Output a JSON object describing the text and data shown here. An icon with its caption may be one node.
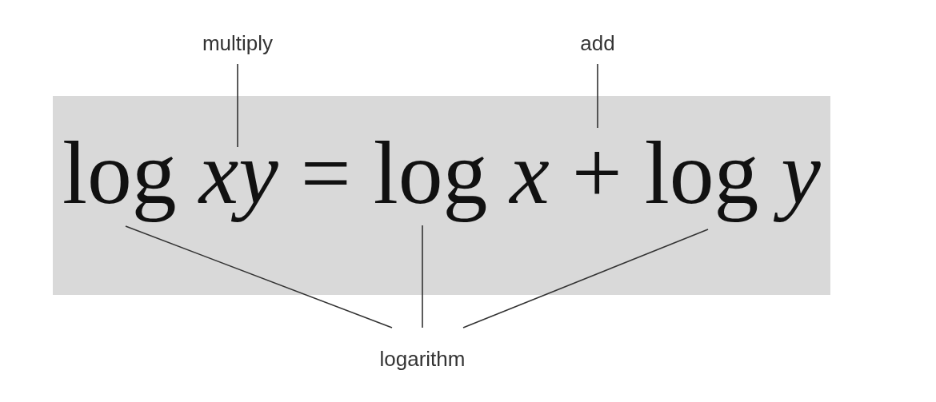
{
  "diagram": {
    "nodes": [
      {
        "text": [
          "multiply"
        ]
      },
      {
        "text": [
          "add"
        ]
      },
      {
        "text": [
          "log *xy* = log *x* + log *y*"
        ]
      },
      {
        "text": [
          "logarithm"
        ]
      }
    ],
    "edges": [
      {
        "from": 0,
        "to": 2,
        "arrow": "none"
      },
      {
        "from": 1,
        "to": 2,
        "arrow": "none"
      },
      {
        "from": 3,
        "to": 2,
        "arrow": "none"
      },
      {
        "from": 3,
        "to": 2,
        "arrow": "none"
      },
      {
        "from": 3,
        "to": 2,
        "arrow": "none"
      }
    ]
  }
}
